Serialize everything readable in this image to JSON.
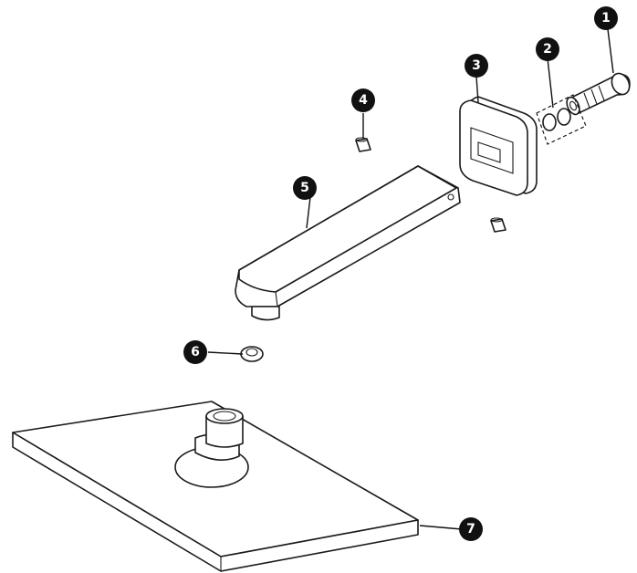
{
  "callouts": [
    {
      "id": "1",
      "label": "1"
    },
    {
      "id": "2",
      "label": "2"
    },
    {
      "id": "3",
      "label": "3"
    },
    {
      "id": "4",
      "label": "4"
    },
    {
      "id": "5",
      "label": "5"
    },
    {
      "id": "6",
      "label": "6"
    },
    {
      "id": "7",
      "label": "7"
    }
  ],
  "colors": {
    "outline": "#1a1a1a",
    "callout_fill": "#111111",
    "background": "#ffffff"
  }
}
